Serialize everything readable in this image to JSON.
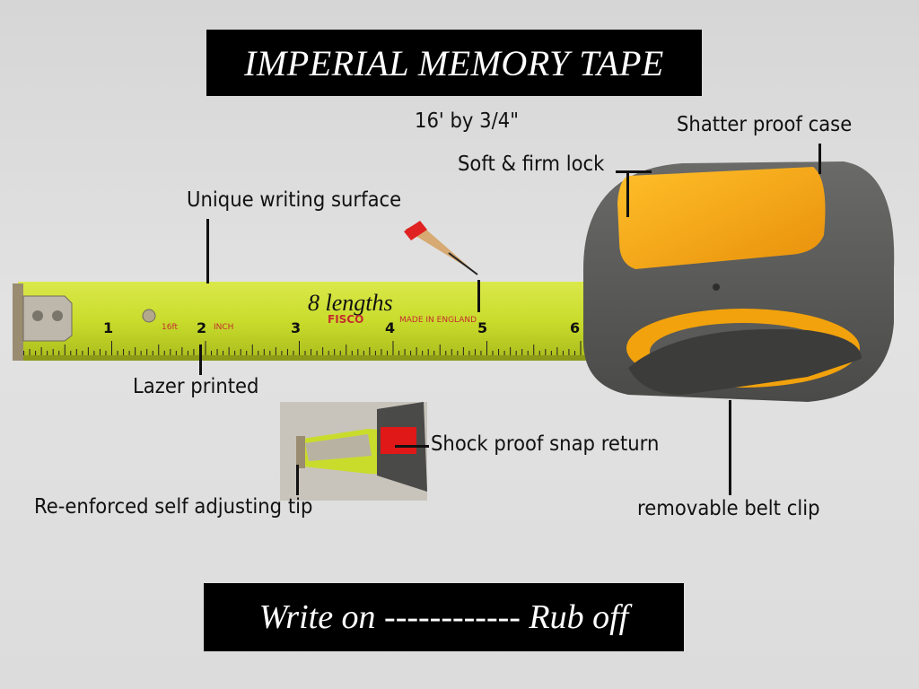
{
  "title": "IMPERIAL MEMORY TAPE",
  "bottom_banner": "Write on ------------ Rub off",
  "labels": {
    "size": "16' by 3/4\"",
    "case": "Shatter proof case",
    "lock": "Soft & firm lock",
    "writing": "Unique writing surface",
    "lazer": "Lazer printed",
    "snap": "Shock proof snap return",
    "tip": "Re-enforced self adjusting tip",
    "clip": "removable belt clip"
  },
  "tape": {
    "handwriting": "8 lengths",
    "brand": "FISCO",
    "made_in": "MADE IN ENGLAND",
    "marks": [
      "1",
      "2",
      "3",
      "4",
      "5",
      "6"
    ],
    "small_print": [
      "16ft",
      "INCH"
    ]
  },
  "colors": {
    "tape_yellow": "#c9dc2c",
    "case_orange": "#f2a20c",
    "case_grey": "#5a5a58",
    "banner": "#000000"
  }
}
